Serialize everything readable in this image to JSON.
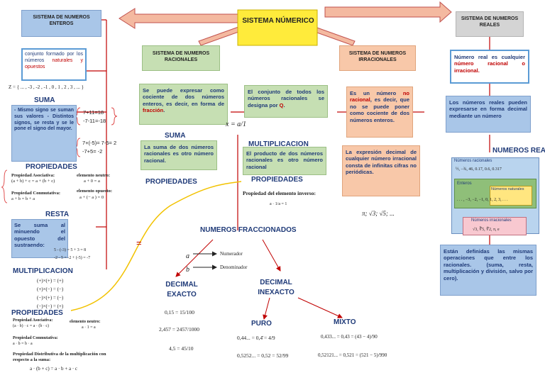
{
  "title": "SISTEMA NÚMERICO",
  "enteros": {
    "head": "SISTEMA DE NUMEROS ENTEROS",
    "def_1": "conjunto formado por los números",
    "def_2": "naturales y opuestos",
    "set": "Z = { ... , -3 , -2 , -1 , 0 , 1 , 2 , 3 , ... }",
    "suma_title": "SUMA",
    "suma_text": "- Mismo signo se suman sus valores - Distintos signos, se resta y se le pone el signo del mayor.",
    "ex1": "7+11=18",
    "ex2": "-7-11=-18",
    "ex3": "7+(-5)= 7-5= 2",
    "ex4": "-7+5= -2",
    "prop_title": "PROPIEDADES",
    "p_asoc": "Propiedad Asociativa:",
    "p_asoc_f": "(a + b) + c = a + (b + c)",
    "p_conm": "Propiedad Conmutativa:",
    "p_conm_f": "a + b = b + a",
    "el_neutro": "elemento neutro:",
    "el_neutro_f": "a + 0 = a",
    "el_opuesto": "elemento opuesto:",
    "el_opuesto_f": "a + (− a ) = 0",
    "resta_title": "RESTA",
    "resta_text": "Se suma al minuendo el opuesto del sustraendo:",
    "resta_ex1": "5 - (-3) = 5 + 3 = 8",
    "resta_ex2": "-2 - 5 = -2 + (-5) = -7",
    "mult_title": "MULTIPLICACION",
    "signs": [
      "(+)×(+) = (+)",
      "(+)×(−) = (−)",
      "(−)×(+) = (−)",
      "(−)×(−) = (+)"
    ],
    "prop2_title": "PROPIEDADES",
    "m_asoc": "Propiedad Asociativa:",
    "m_asoc_f": "(a · b) · c = a · (b · c)",
    "m_neutro": "elemento neutro:",
    "m_neutro_f": "a · 1 = a",
    "m_conm": "Propiedad Conmutativa:",
    "m_conm_f": "a · b = b · a",
    "m_dist": "Propiedad Distributiva de la multiplicación con respecto a la suma:",
    "m_dist_f": "a · (b + c) = a · b + a · c"
  },
  "racionales": {
    "head": "SISTEMA DE NUMEROS RACIONALES",
    "def_1": "Se puede expresar como cociente de dos números enteros, es decir, en forma de",
    "def_2": "fracción",
    "conj_1": "El conjunto de todos los números racionales se designa por",
    "conj_2": "Q",
    "formula": "x = a/1",
    "suma_title": "SUMA",
    "suma_text": "La suma de dos números racionales es otro número racional.",
    "prop_title": "PROPIEDADES",
    "mult_title": "MULTIPLICACION",
    "mult_text": "El producto de dos números racionales es otro número racional",
    "prop2_title": "PROPIEDADES",
    "inverso": "Propiedad del elemento inverso:",
    "inverso_f": "a · 1/a = 1",
    "frac_title": "NUMEROS FRACCIONADOS",
    "numerador": "Numerador",
    "denominador": "Denominador",
    "dec_exacto": "DECIMAL EXACTO",
    "ex_1": "0,15 = 15/100",
    "ex_2": "2,457 = 2457/1000",
    "ex_3": "4,5 = 45/10",
    "dec_inexacto": "DECIMAL INEXACTO",
    "puro": "PURO",
    "mixto": "MIXTO",
    "puro_1": "0,44... = 0,4̂ = 4/9",
    "puro_2": "0,5252... = 0,52 = 52/99",
    "mixto_1": "0,433... = 0,43 = (43 − 4)/90",
    "mixto_2": "0,52121... = 0,521 = (521 − 5)/990"
  },
  "irracionales": {
    "head": "SISTEMA DE NUMEROS IRRACIONALES",
    "def_1": "Es un número",
    "def_2": "no racional",
    "def_3": ", es decir, que no se puede poner como cociente de dos números enteros.",
    "expr": "La expresión decimal de cualquier número irracional consta de infinitas cifras no periódicas.",
    "examples": "π; √3; √5; ..."
  },
  "reales": {
    "head": "SISTEMA DE NUMEROS REALES",
    "def_1": "Número real es cualquier",
    "def_2": "número racional o irracional.",
    "decimal": "Los números reales pueden expresarse en forma decimal mediante un número",
    "nr_title": "NUMEROS REALES",
    "racionales": "Números racionales",
    "rac_vals": "½, −¾, 46, 0.17, 0.6, 0.317",
    "enteros": "Enteros",
    "naturales": "Números naturales",
    "ent_vals": ". . . , −3, −2, −1, 0, 1, 2, 3, . . .",
    "irracionales": "Números irracionales",
    "irr_vals": "√3, ∛5, ∜2, π, e",
    "ops": "Están definidas las mismas operaciones que entre los racionales. (suma, resta, multiplicación y división, salvo por cero)."
  }
}
